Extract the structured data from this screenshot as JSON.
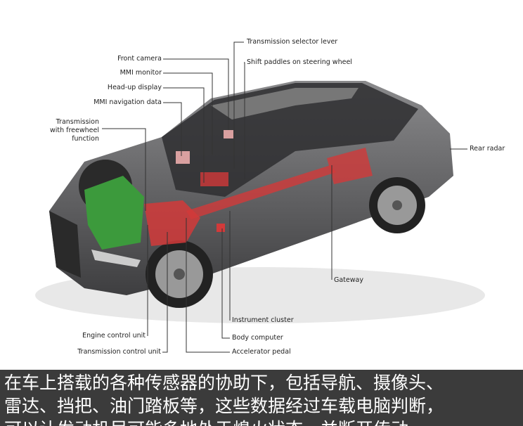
{
  "labels": {
    "transmission_selector_lever": "Transmission selector lever",
    "shift_paddles": "Shift paddles on steering wheel",
    "front_camera": "Front camera",
    "mmi_monitor": "MMI monitor",
    "head_up_display": "Head-up display",
    "mmi_navigation_data": "MMI navigation data",
    "transmission_freewheel_1": "Transmission",
    "transmission_freewheel_2": "with freewheel",
    "transmission_freewheel_3": "function",
    "rear_radar": "Rear radar",
    "gateway": "Gateway",
    "instrument_cluster": "Instrument cluster",
    "engine_control_unit": "Engine control unit",
    "body_computer": "Body computer",
    "transmission_control_unit": "Transmission control unit",
    "accelerator_pedal": "Accelerator pedal"
  },
  "caption": {
    "line1": "在车上搭载的各种传感器的协助下，包括导航、摄像头、",
    "line2": "雷达、挡把、油门踏板等，这些数据经过车载电脑判断，",
    "line3": "可以让发动机尽可能多地处于熄火状态，并断开传动"
  },
  "colors": {
    "car_body": "#5a5a5c",
    "highlight": "#d23a3a",
    "engine": "#3c9a3c",
    "caption_bg": "#3b3b3b"
  }
}
